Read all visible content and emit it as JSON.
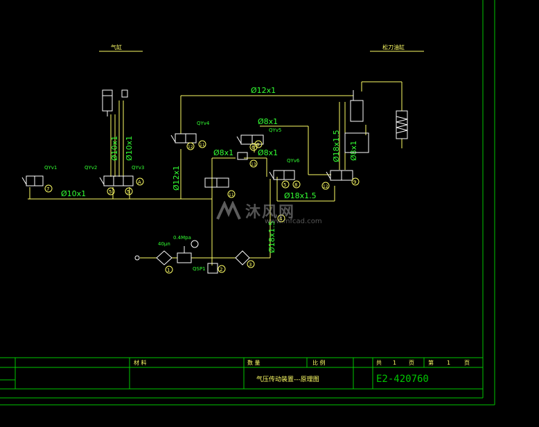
{
  "drawing": {
    "labels": {
      "header_left": "气缸",
      "header_right": "松刀油缸",
      "pipe_main_top": "Ø12x1",
      "pipe_8x1_a": "Ø8x1",
      "pipe_8x1_b": "Ø8x1",
      "pipe_8x1_c": "Ø8x1",
      "pipe_10x1_a": "Ø10x1",
      "pipe_10x1_b": "Ø10x1",
      "pipe_10x1_h": "Ø10x1",
      "pipe_12x1_v": "Ø12x1",
      "pipe_18x15_h": "Ø18x1.5",
      "pipe_18x15_v": "Ø18x1.5",
      "pipe_18x15_d": "Ø18x1.5",
      "pipe_8x1_d": "Ø8x1",
      "valve_yv1": "QYv1",
      "valve_yv2": "QYv2",
      "valve_yv3": "QYv3",
      "valve_yv4": "QYv4",
      "valve_yv5": "QYv5",
      "valve_yv6": "QYv6",
      "filter": "40μn",
      "pressure": "0.4Mpa",
      "switch": "QSP1"
    },
    "item_numbers": [
      "1",
      "2",
      "3",
      "4",
      "5",
      "5",
      "5",
      "6",
      "7",
      "8",
      "9",
      "10",
      "11",
      "12",
      "13",
      "A"
    ]
  },
  "title_block": {
    "material_label": "材 料",
    "weight_label": "数 量",
    "scale_label": "比 例",
    "total_label": "共",
    "total_value": "1",
    "page_unit": "页",
    "sheet_label": "第",
    "sheet_value": "1",
    "sheet_unit": "页",
    "drawing_title": "气压传动装置---原理图",
    "drawing_number": "E2-420760"
  },
  "watermark": {
    "brand": "沐风网",
    "url": "www.mfcad.com"
  },
  "colors": {
    "background": "#000000",
    "frame": "#00c800",
    "lines": "#ffff66",
    "text_green": "#33ff33",
    "symbols": "#ffffff"
  }
}
